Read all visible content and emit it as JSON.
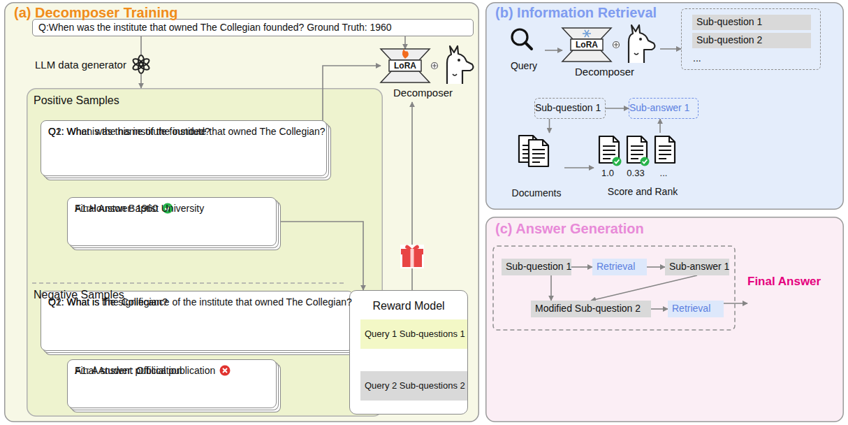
{
  "diagram": {
    "nodes": [
      {
        "text": [
          "(a) Decomposer Training"
        ]
      },
      {
        "text": [
          "Q:When was the institute that owned The Collegian founded? Ground Truth: 1960"
        ],
        "in": 0
      },
      {
        "text": [
          "Positive Samples",
          "Negative Samples"
        ],
        "in": 0
      },
      {
        "text": [
          "Q1: What is the name of the institute that owned The Collegian?",
          "Q2: When was this institute founded?"
        ],
        "in": 2
      },
      {
        "text": [
          "A1:Houston Baptist University",
          "Final Answer: 1960"
        ],
        "in": 2
      },
      {
        "text": [
          "Q1: What is The Collegian?",
          "Q2: What is the significance of the institute that owned The Collegian?"
        ],
        "in": 2
      },
      {
        "text": [
          "A1: A student publication",
          "Final Answer: Official publication"
        ],
        "in": 2
      },
      {
        "text": [
          "LoRA",
          "Decomposer"
        ],
        "in": 0
      },
      {
        "text": [
          "Reward Model"
        ],
        "in": 0
      },
      {
        "text": [
          "Query 1 Sub-questions 1"
        ],
        "in": 8
      },
      {
        "text": [
          "Query 2 Sub-questions 2"
        ],
        "in": 8
      },
      {
        "text": [
          "(b) Information Retrieval"
        ]
      },
      {
        "text": [
          "Query"
        ],
        "in": 11
      },
      {
        "text": [
          "LoRA",
          "Decomposer"
        ],
        "in": 11
      },
      {
        "text": [
          "..."
        ],
        "in": 11
      },
      {
        "text": [
          "Sub-question 1"
        ],
        "in": 14
      },
      {
        "text": [
          "Sub-question 2"
        ],
        "in": 14
      },
      {
        "text": [
          "Sub-question 1"
        ],
        "in": 11
      },
      {
        "text": [
          "Sub-answer 1"
        ],
        "in": 11
      },
      {
        "text": [
          "Documents"
        ],
        "in": 11
      },
      {
        "text": [
          "1.0",
          "0.33",
          "...",
          "Score and Rank"
        ],
        "in": 11
      },
      {
        "text": [
          "(c) Answer Generation"
        ]
      },
      {
        "text": [
          "Sub-question 1"
        ],
        "in": 21
      },
      {
        "text": [
          "Retrieval"
        ],
        "in": 21
      },
      {
        "text": [
          "Sub-answer 1"
        ],
        "in": 21
      },
      {
        "text": [
          "Modified Sub-question 2"
        ],
        "in": 21
      },
      {
        "text": [
          "Retrieval"
        ],
        "in": 21
      },
      {
        "text": [
          "Final Answer"
        ],
        "in": 21
      }
    ],
    "edges": [
      {
        "from": 1,
        "to": 2,
        "arrow": "to"
      },
      {
        "from": 1,
        "to": 7,
        "arrow": "to"
      },
      {
        "from": 3,
        "to": 7,
        "arrow": "to"
      },
      {
        "from": 4,
        "to": 8,
        "arrow": "to"
      },
      {
        "from": 5,
        "to": 8,
        "arrow": "to"
      },
      {
        "from": 8,
        "to": 7,
        "arrow": "to"
      },
      {
        "from": 12,
        "to": 13,
        "arrow": "to"
      },
      {
        "from": 13,
        "to": 14,
        "arrow": "to"
      },
      {
        "from": 17,
        "to": 18,
        "arrow": "to"
      },
      {
        "from": 17,
        "to": 19,
        "arrow": "to"
      },
      {
        "from": 19,
        "to": 20,
        "arrow": "to"
      },
      {
        "from": 20,
        "to": 18,
        "arrow": "to"
      },
      {
        "from": 22,
        "to": 23,
        "arrow": "to"
      },
      {
        "from": 23,
        "to": 24,
        "arrow": "to"
      },
      {
        "from": 22,
        "to": 25,
        "arrow": "to"
      },
      {
        "from": 24,
        "to": 25,
        "arrow": "to"
      },
      {
        "from": 25,
        "to": 26,
        "arrow": "to"
      },
      {
        "from": 26,
        "to": 27,
        "arrow": "to"
      }
    ],
    "labels": [
      "LLM data generator"
    ]
  }
}
